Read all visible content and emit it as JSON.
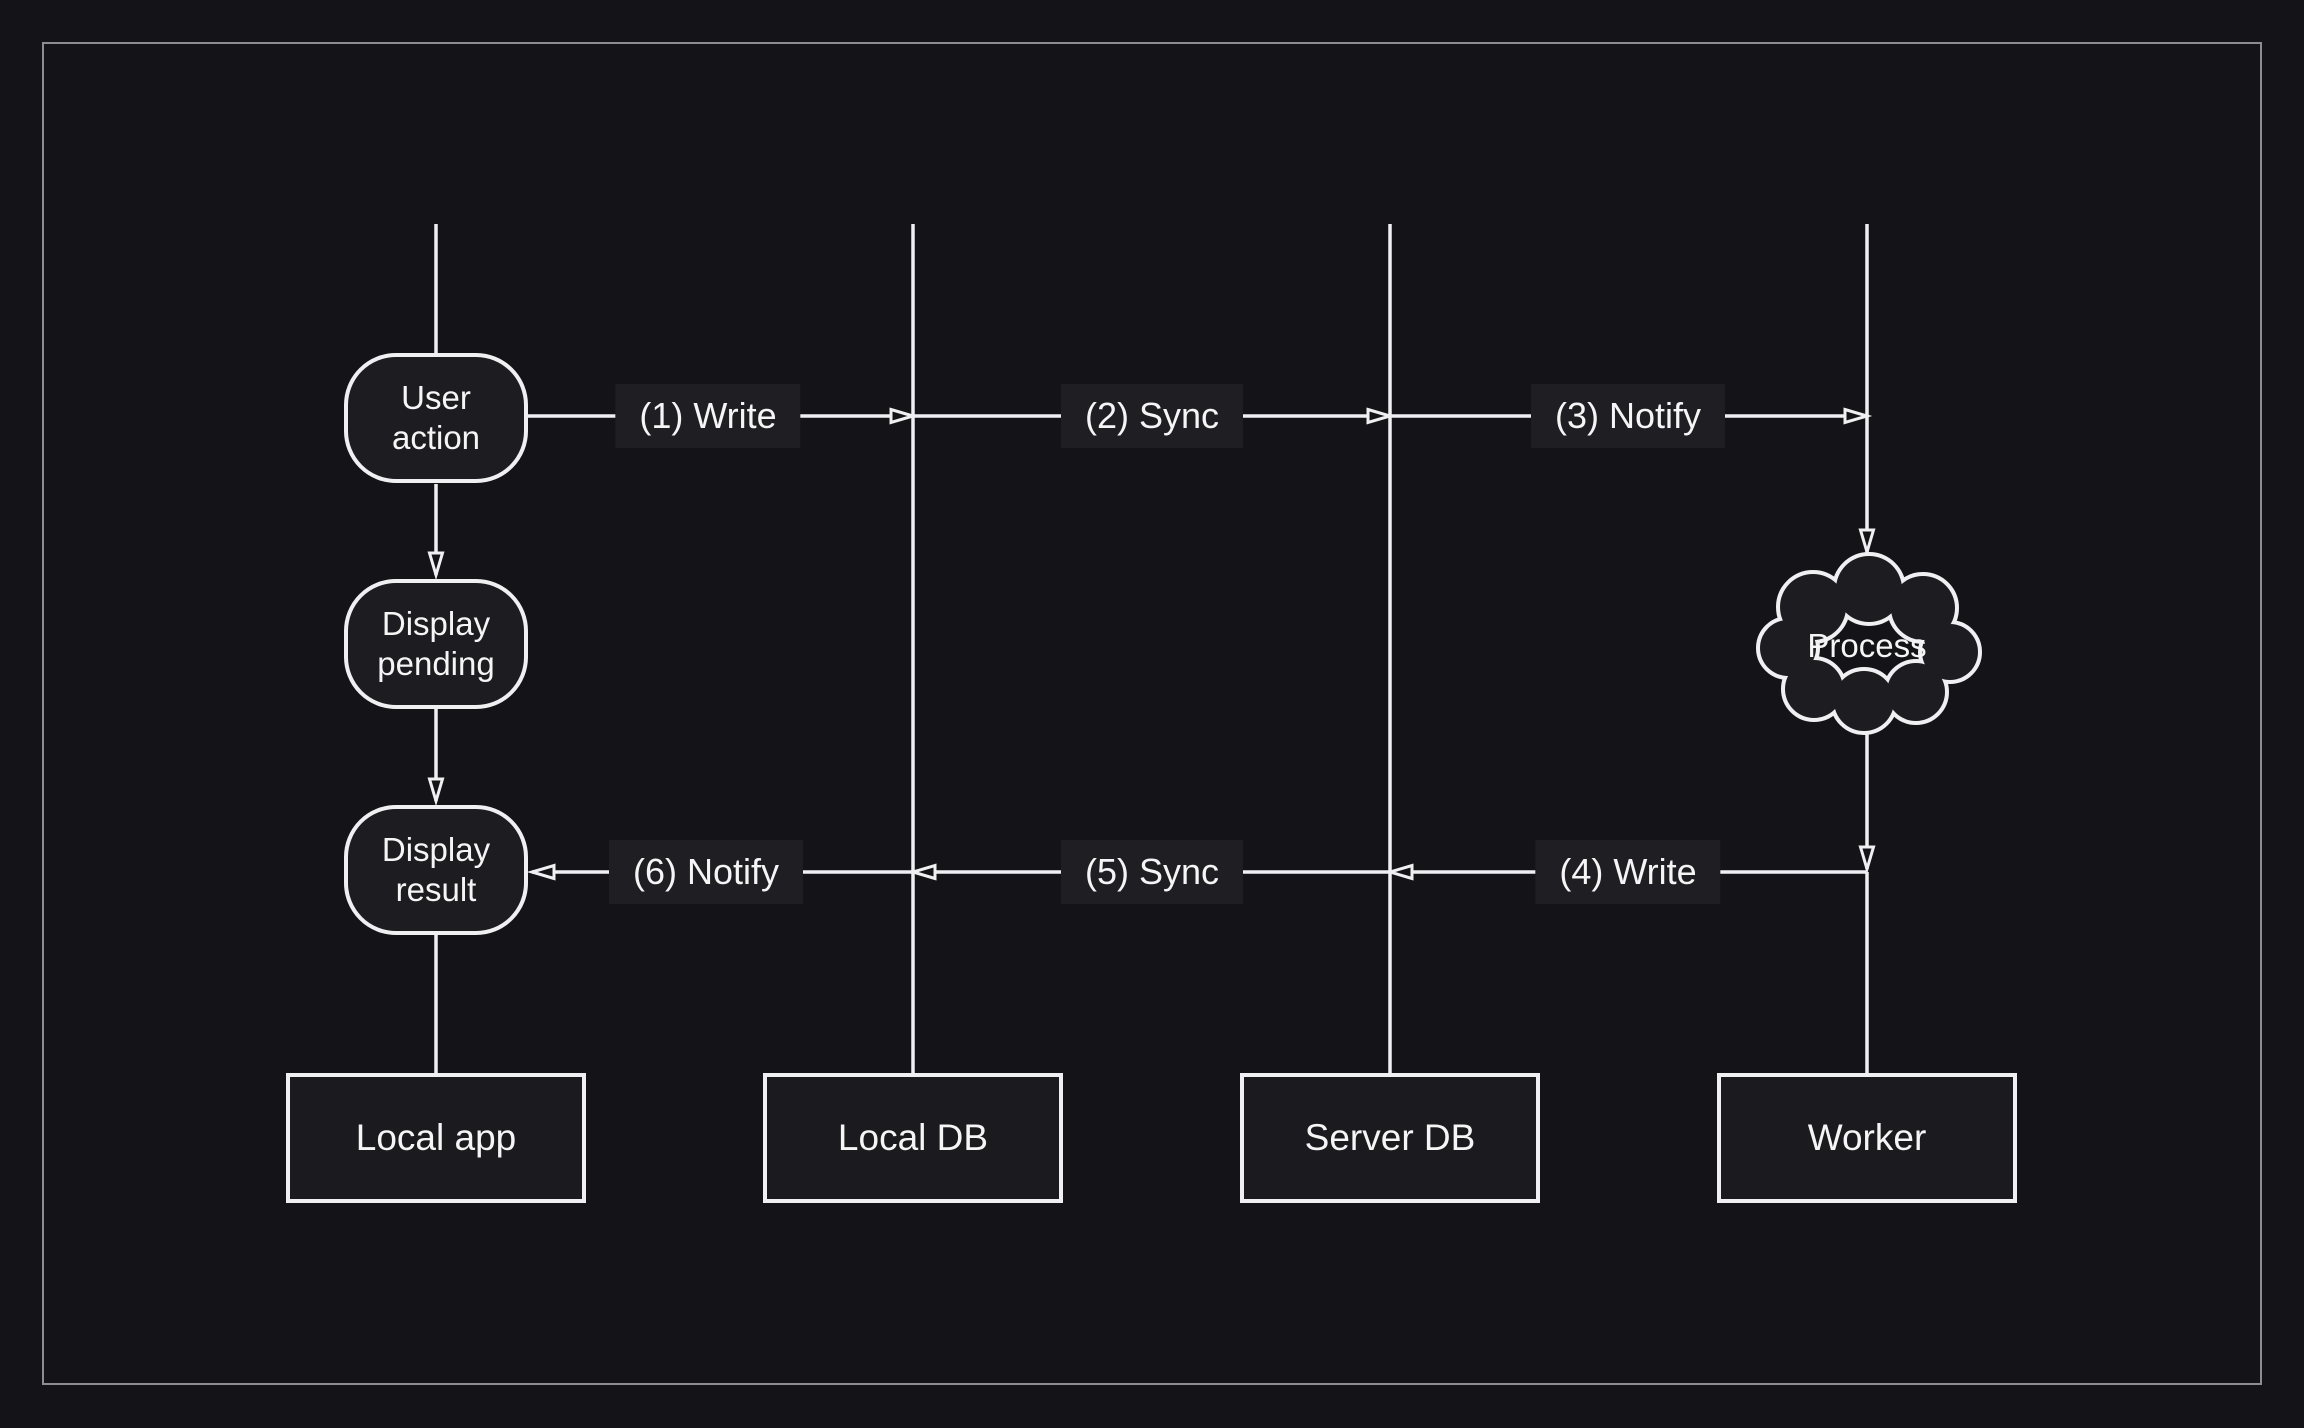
{
  "colors": {
    "background": "#141418",
    "frame_border": "#8b8d90",
    "line": "#f0f0f2",
    "node_fill": "#1d1d21",
    "node_border": "#f0f0f2",
    "box_fill": "#1b1b1f",
    "label_bg": "#1e1e23",
    "text": "#f5f5f6"
  },
  "diagram": {
    "type": "sequence-flow",
    "lanes": [
      {
        "label": "Local app"
      },
      {
        "label": "Local DB"
      },
      {
        "label": "Server DB"
      },
      {
        "label": "Worker"
      }
    ],
    "nodes": {
      "user_action": "User action",
      "display_pending": "Display pending",
      "display_result": "Display result",
      "process": "Process"
    },
    "messages": [
      {
        "label": "(1) Write",
        "from": "Local app",
        "to": "Local DB",
        "direction": "right"
      },
      {
        "label": "(2) Sync",
        "from": "Local DB",
        "to": "Server DB",
        "direction": "right"
      },
      {
        "label": "(3) Notify",
        "from": "Server DB",
        "to": "Worker",
        "direction": "right"
      },
      {
        "label": "(4) Write",
        "from": "Worker",
        "to": "Server DB",
        "direction": "left"
      },
      {
        "label": "(5) Sync",
        "from": "Server DB",
        "to": "Local DB",
        "direction": "left"
      },
      {
        "label": "(6) Notify",
        "from": "Local DB",
        "to": "Local app",
        "direction": "left"
      }
    ]
  }
}
